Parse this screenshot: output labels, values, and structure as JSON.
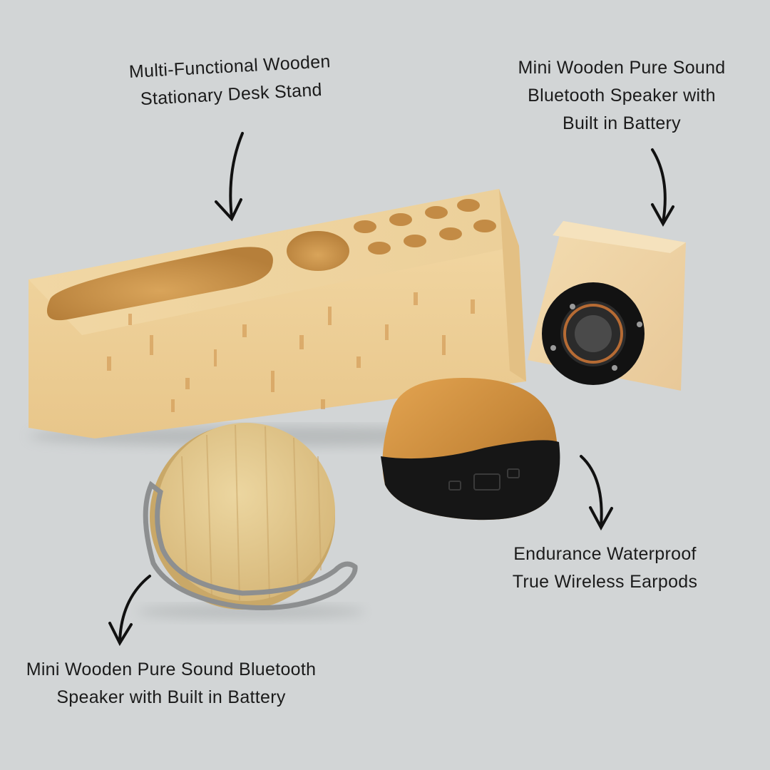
{
  "captions": {
    "desk_stand": {
      "line1": "Multi-Functional Wooden",
      "line2": "Stationary Desk Stand"
    },
    "cube_speaker": {
      "line1": "Mini Wooden Pure Sound",
      "line2": "Bluetooth Speaker with",
      "line3": "Built in Battery"
    },
    "earpods": {
      "line1": "Endurance Waterproof",
      "line2": "True Wireless Earpods"
    },
    "round_speaker": {
      "line1": "Mini Wooden Pure Sound Bluetooth",
      "line2": "Speaker with Built in Battery"
    }
  },
  "colors": {
    "background": "#d2d5d6",
    "light_wood": "#eccf98",
    "dark_wood": "#c98a3b",
    "bamboo": "#e3c98c",
    "text": "#1b1b1b"
  }
}
